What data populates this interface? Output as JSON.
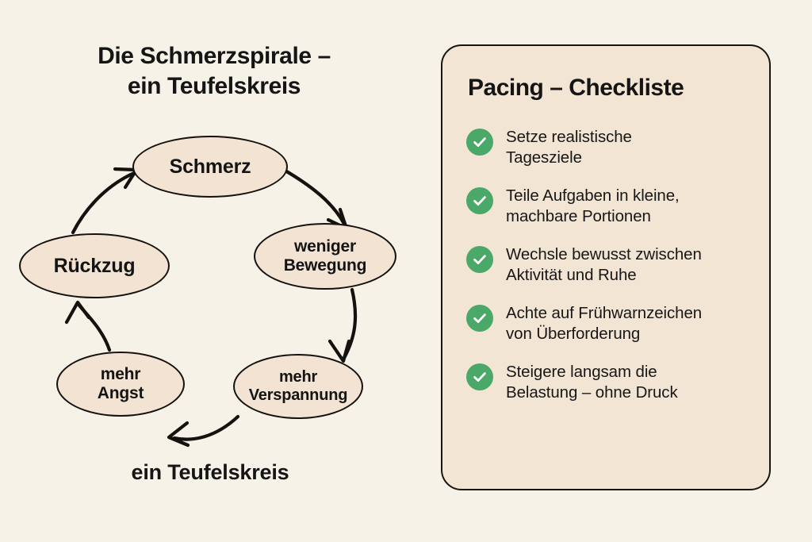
{
  "background_color": "#f7f2e8",
  "diagram": {
    "title": "Die Schmerzspirale –\nein Teufelskreis",
    "caption": "ein Teufelskreis",
    "node_fill": "#f2e3d2",
    "node_stroke": "#14120f",
    "nodes": [
      {
        "id": "schmerz",
        "label": "Schmerz"
      },
      {
        "id": "bewegung",
        "label": "weniger\nBewegung"
      },
      {
        "id": "verspannung",
        "label": "mehr\nVerspannung"
      },
      {
        "id": "angst",
        "label": "mehr\nAngst"
      },
      {
        "id": "rueckzug",
        "label": "Rückzug"
      }
    ],
    "flow": [
      {
        "from": "schmerz",
        "to": "bewegung"
      },
      {
        "from": "bewegung",
        "to": "verspannung"
      },
      {
        "from": "verspannung",
        "to": "angst"
      },
      {
        "from": "angst",
        "to": "rueckzug"
      },
      {
        "from": "rueckzug",
        "to": "schmerz"
      }
    ]
  },
  "card": {
    "title": "Pacing – Checkliste",
    "background_color": "#f3e5d4",
    "border_color": "#17150f",
    "check_color": "#4aa868",
    "items": [
      {
        "icon": "check-circle-icon",
        "text": "Setze realistische\nTagesziele"
      },
      {
        "icon": "check-circle-icon",
        "text": "Teile Aufgaben in kleine,\nmachbare Portionen"
      },
      {
        "icon": "check-circle-icon",
        "text": "Wechsle bewusst zwischen\nAktivität und Ruhe"
      },
      {
        "icon": "check-circle-icon",
        "text": "Achte auf Frühwarnzeichen\nvon Überforderung"
      },
      {
        "icon": "check-circle-icon",
        "text": "Steigere langsam die\nBelastung – ohne Druck"
      }
    ]
  }
}
